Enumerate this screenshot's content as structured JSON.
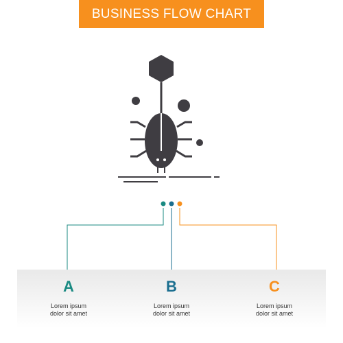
{
  "header": {
    "title": "BUSINESS FLOW CHART",
    "color": "#f7901e"
  },
  "icon": {
    "name": "bug-icon",
    "color": "#3f3d42"
  },
  "steps": [
    {
      "letter": "A",
      "line1": "Lorem ipsum",
      "line2": "dolor sit amet",
      "color": "#1a8a82"
    },
    {
      "letter": "B",
      "line1": "Lorem ipsum",
      "line2": "dolor sit amet",
      "color": "#1a6e8f"
    },
    {
      "letter": "C",
      "line1": "Lorem ipsum",
      "line2": "dolor sit amet",
      "color": "#f7901e"
    }
  ]
}
